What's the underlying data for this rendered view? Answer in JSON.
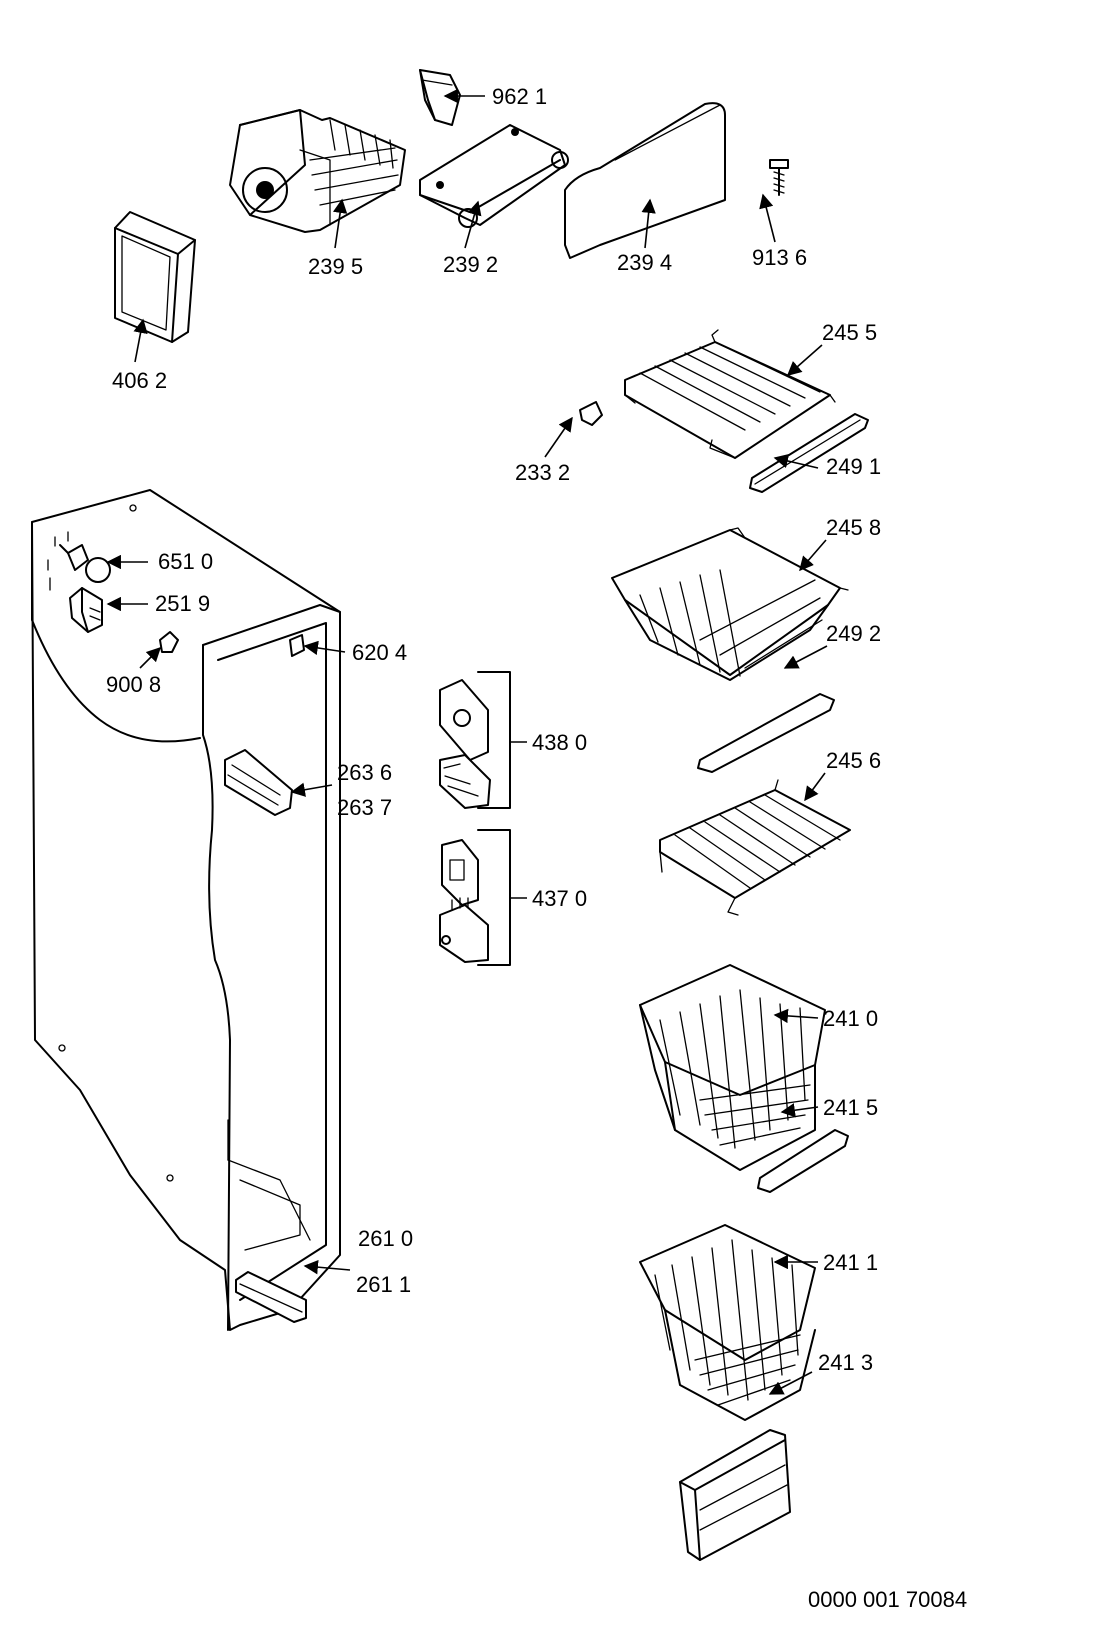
{
  "labels": {
    "p9621": "962 1",
    "p2395": "239 5",
    "p2392": "239 2",
    "p2394": "239 4",
    "p9136": "913 6",
    "p4062": "406 2",
    "p2455": "245 5",
    "p2332": "233 2",
    "p2491": "249 1",
    "p2458": "245 8",
    "p6510": "651 0",
    "p2519": "251 9",
    "p6204": "620 4",
    "p9008": "900 8",
    "p2492": "249 2",
    "p4380": "438 0",
    "p2636": "263 6",
    "p2637": "263 7",
    "p2456": "245 6",
    "p4370": "437 0",
    "p2410": "241 0",
    "p2415": "241 5",
    "p2610": "261 0",
    "p2611": "261 1",
    "p2411": "241 1",
    "p2413": "241 3"
  },
  "drawing_number": "0000 001 70084"
}
